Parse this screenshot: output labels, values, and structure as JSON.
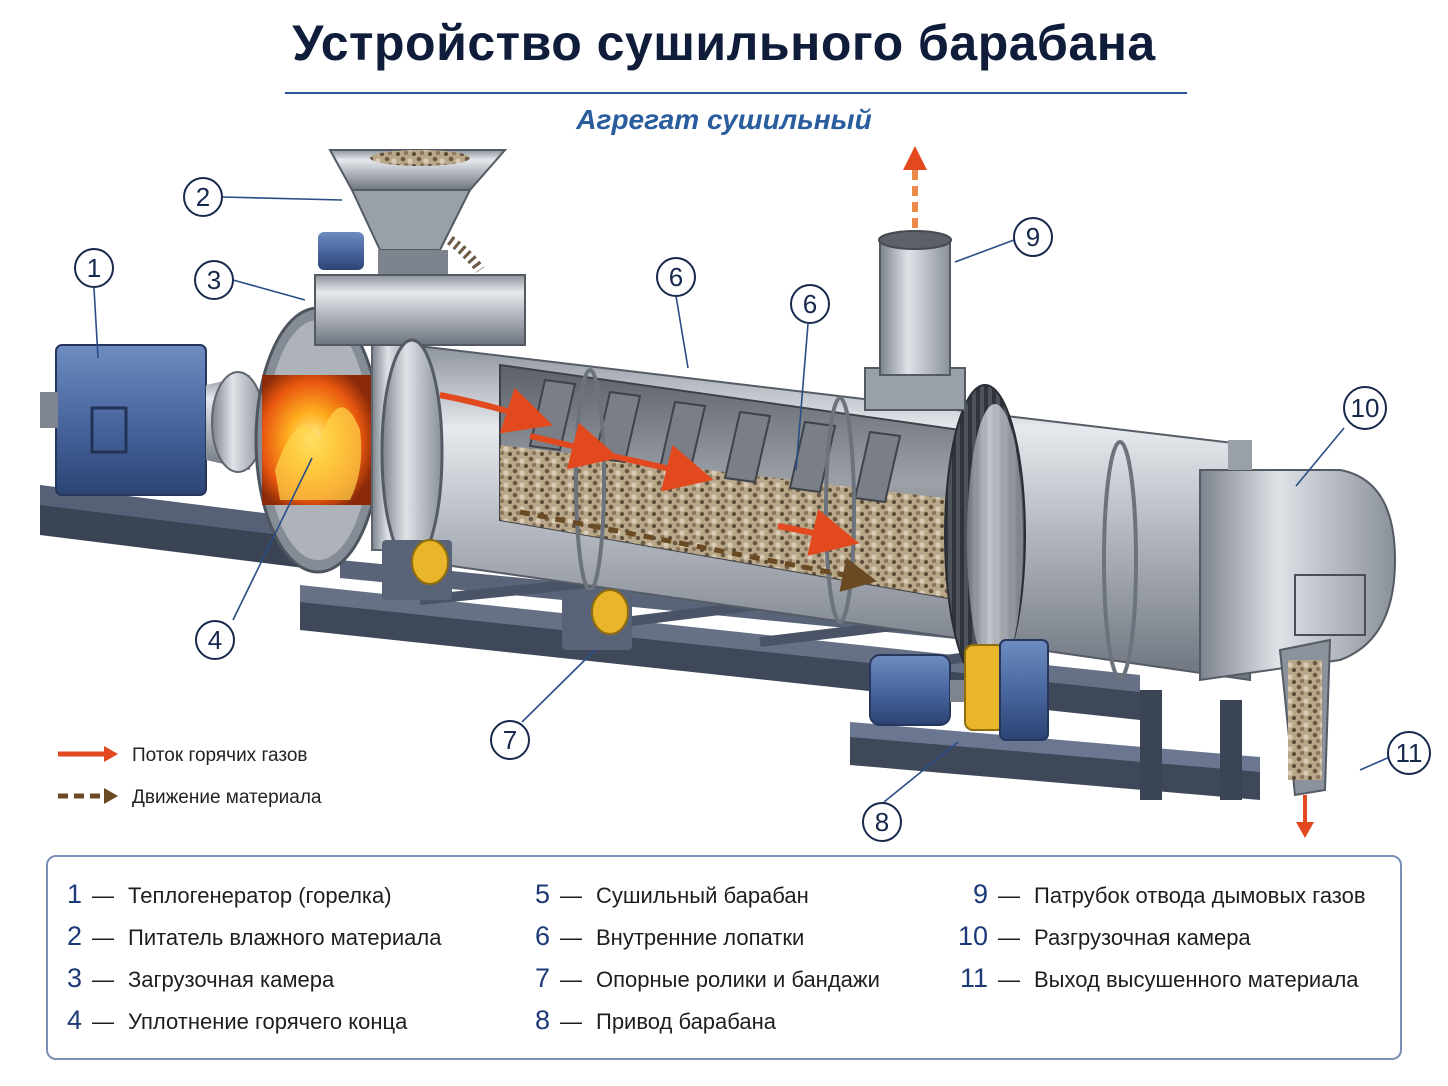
{
  "title": "Устройство сушильного барабана",
  "subtitle": "Агрегат сушильный",
  "flow_legend": {
    "hot_gas": "Поток горячих газов",
    "material": "Движение материала"
  },
  "callouts": [
    {
      "num": "1"
    },
    {
      "num": "2"
    },
    {
      "num": "3"
    },
    {
      "num": "4"
    },
    {
      "num": "6"
    },
    {
      "num": "6"
    },
    {
      "num": "7"
    },
    {
      "num": "8"
    },
    {
      "num": "9"
    },
    {
      "num": "10"
    },
    {
      "num": "11"
    }
  ],
  "parts": [
    {
      "num": "1",
      "dash": "—",
      "name": "Теплогенератор (горелка)"
    },
    {
      "num": "2",
      "dash": "—",
      "name": "Питатель влажного материала"
    },
    {
      "num": "3",
      "dash": "—",
      "name": "Загрузочная камера"
    },
    {
      "num": "4",
      "dash": "—",
      "name": "Уплотнение горячего конца"
    },
    {
      "num": "5",
      "dash": "—",
      "name": "Сушильный барабан"
    },
    {
      "num": "6",
      "dash": "—",
      "name": "Внутренние лопатки"
    },
    {
      "num": "7",
      "dash": "—",
      "name": "Опорные ролики и бандажи"
    },
    {
      "num": "8",
      "dash": "—",
      "name": "Привод барабана"
    },
    {
      "num": "9",
      "dash": "—",
      "name": "Патрубок отвода дымовых газов"
    },
    {
      "num": "10",
      "dash": "—",
      "name": "Разгрузочная камера"
    },
    {
      "num": "11",
      "dash": "—",
      "name": "Выход высушенного материала"
    }
  ],
  "colors": {
    "steel": "#b9bec6",
    "frame": "#4a5466",
    "motor_blue": "#3f5f95",
    "coupling_yellow": "#e9b52a",
    "hot_gas_arrow": "#e2491f",
    "material_arrow": "#6a4a22",
    "accent_blue": "#2b5596"
  }
}
